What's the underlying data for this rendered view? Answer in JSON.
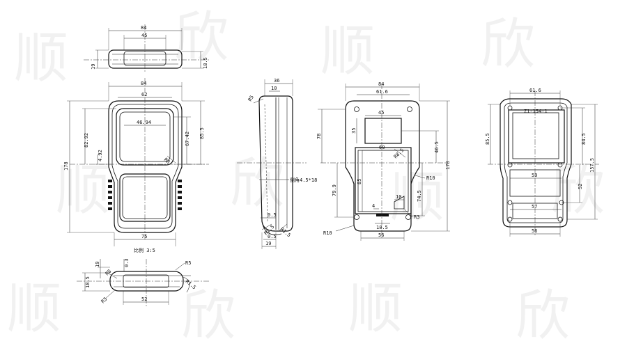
{
  "watermark_glyphs": [
    "顺",
    "欣",
    "顺",
    "欣",
    "顺",
    "欣",
    "顺",
    "欣",
    "顺",
    "欣",
    "顺",
    "欣"
  ],
  "top_view": {
    "d_width": "84",
    "d_inner": "45",
    "d_height_left": "19",
    "d_height_right": "18.5"
  },
  "front_view": {
    "d_width": "84",
    "d_top_inner": "62",
    "d_window": "46.94",
    "d_height": "178",
    "d_left_a": "82.92",
    "d_left_b": "4.92",
    "d_right_a": "67.42",
    "d_right_b": "85.5",
    "d_r": "R8",
    "d_bottom": "75",
    "scale_label": "比例 3:5"
  },
  "bottom_view": {
    "d_19": "19",
    "d_03": "0.3",
    "d_185": "18.5",
    "d_r8": "R8",
    "d_r5": "R5",
    "d_r3": "R3",
    "d_r15": "R1.5",
    "d_52": "52"
  },
  "side_view": {
    "d_36": "36",
    "d_10": "10",
    "d_r5": "R5",
    "d_r15a": "R1.5",
    "d_r15b": "R1.5",
    "d_05a": "0.5",
    "d_05b": "0.5",
    "d_19": "19",
    "d_chamfer": "倒角4.5*18"
  },
  "inner_view": {
    "d_84": "84",
    "d_616": "61.6",
    "d_45": "45",
    "d_35": "35",
    "d_78": "78",
    "d_60": "60",
    "d_465": "46.5",
    "d_r85": "R8.5",
    "d_178": "178",
    "d_r10a": "R10",
    "d_85": "85",
    "d_799": "79.9",
    "d_745": "74.5",
    "d_10": "10",
    "d_4": "4",
    "d_r3": "R3",
    "d_185": "18.5",
    "d_r10b": "R10",
    "d_56": "56"
  },
  "back_view": {
    "d_616": "61.6",
    "d_855": "85.5",
    "d_845": "84.5",
    "d_1575": "157.5",
    "d_59": "59",
    "d_52": "52",
    "d_57": "57",
    "d_56": "56",
    "label": "Z1-154-1"
  }
}
